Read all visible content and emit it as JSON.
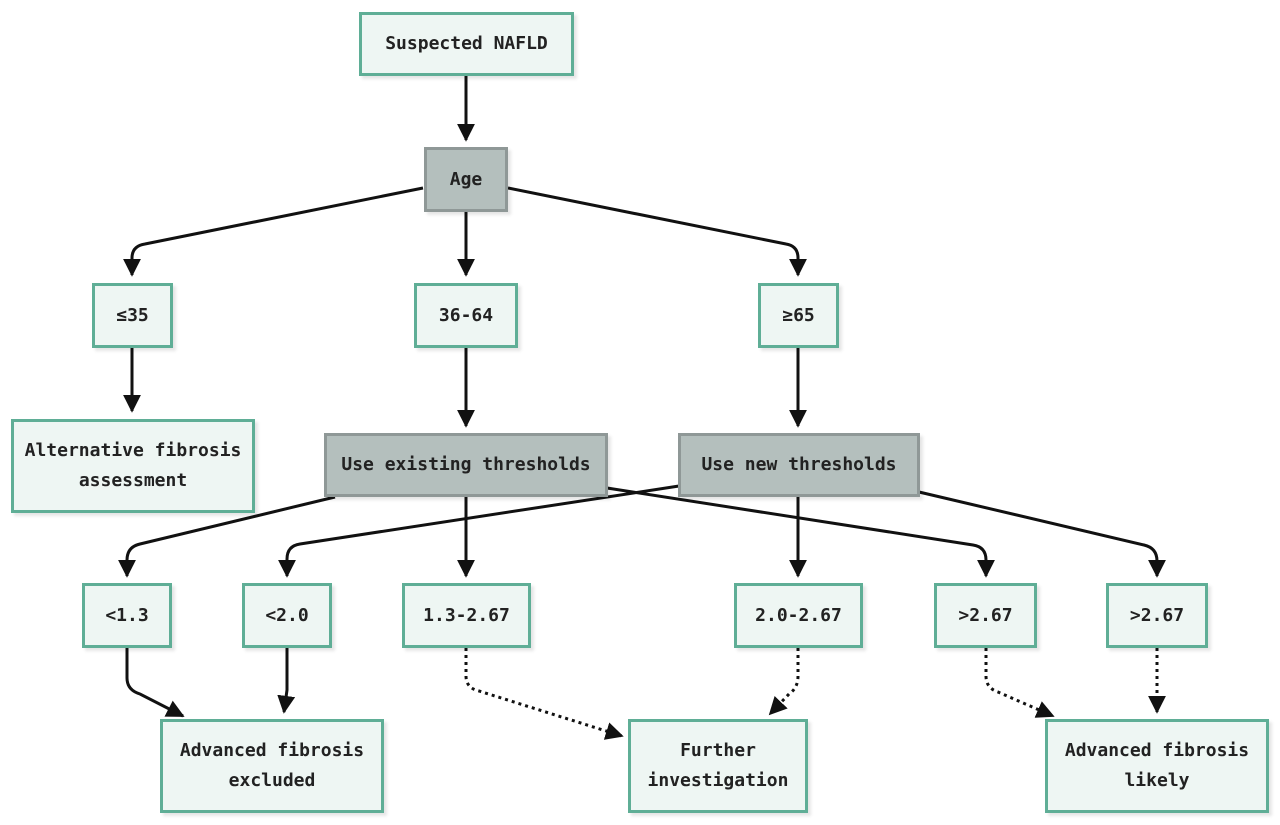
{
  "nodes": {
    "suspected": "Suspected NAFLD",
    "age": "Age",
    "age_le35": "≤35",
    "age_36_64": "36-64",
    "age_ge65": "≥65",
    "alternative": "Alternative fibrosis\nassessment",
    "existing": "Use existing thresholds",
    "new": "Use new thresholds",
    "lt13": "<1.3",
    "lt20": "<2.0",
    "r13_267": "1.3-2.67",
    "r20_267": "2.0-2.67",
    "gt267_existing": ">2.67",
    "gt267_new": ">2.67",
    "excluded": "Advanced fibrosis\nexcluded",
    "further": "Further\ninvestigation",
    "likely": "Advanced fibrosis\nlikely"
  },
  "colors": {
    "node_fill": "#eef6f3",
    "node_border": "#5fae96",
    "decision_fill": "#b4bfbd",
    "decision_border": "#8f9897",
    "line": "#111111"
  }
}
